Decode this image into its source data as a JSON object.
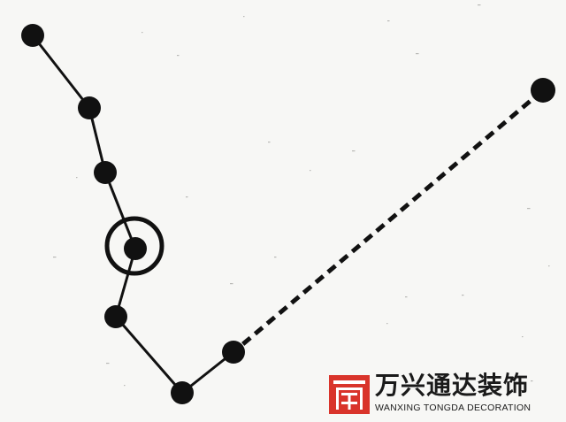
{
  "diagram": {
    "background_color": "#f7f7f5",
    "ink_color": "#111111",
    "nodes": [
      {
        "id": "n1"
      },
      {
        "id": "n2"
      },
      {
        "id": "n3"
      },
      {
        "id": "n4",
        "highlighted": true
      },
      {
        "id": "n5"
      },
      {
        "id": "n6"
      },
      {
        "id": "n7"
      },
      {
        "id": "n8"
      }
    ],
    "edges": [
      {
        "from": "n1",
        "to": "n2",
        "style": "solid"
      },
      {
        "from": "n2",
        "to": "n3",
        "style": "solid"
      },
      {
        "from": "n3",
        "to": "n4",
        "style": "solid"
      },
      {
        "from": "n4",
        "to": "n5",
        "style": "solid"
      },
      {
        "from": "n5",
        "to": "n6",
        "style": "solid"
      },
      {
        "from": "n6",
        "to": "n7",
        "style": "solid"
      },
      {
        "from": "n7",
        "to": "n8",
        "style": "dashed"
      }
    ]
  },
  "watermark": {
    "brand_cn": "万兴通达装饰",
    "brand_en": "WANXING TONGDA DECORATION",
    "logo_color": "#d9342b"
  }
}
